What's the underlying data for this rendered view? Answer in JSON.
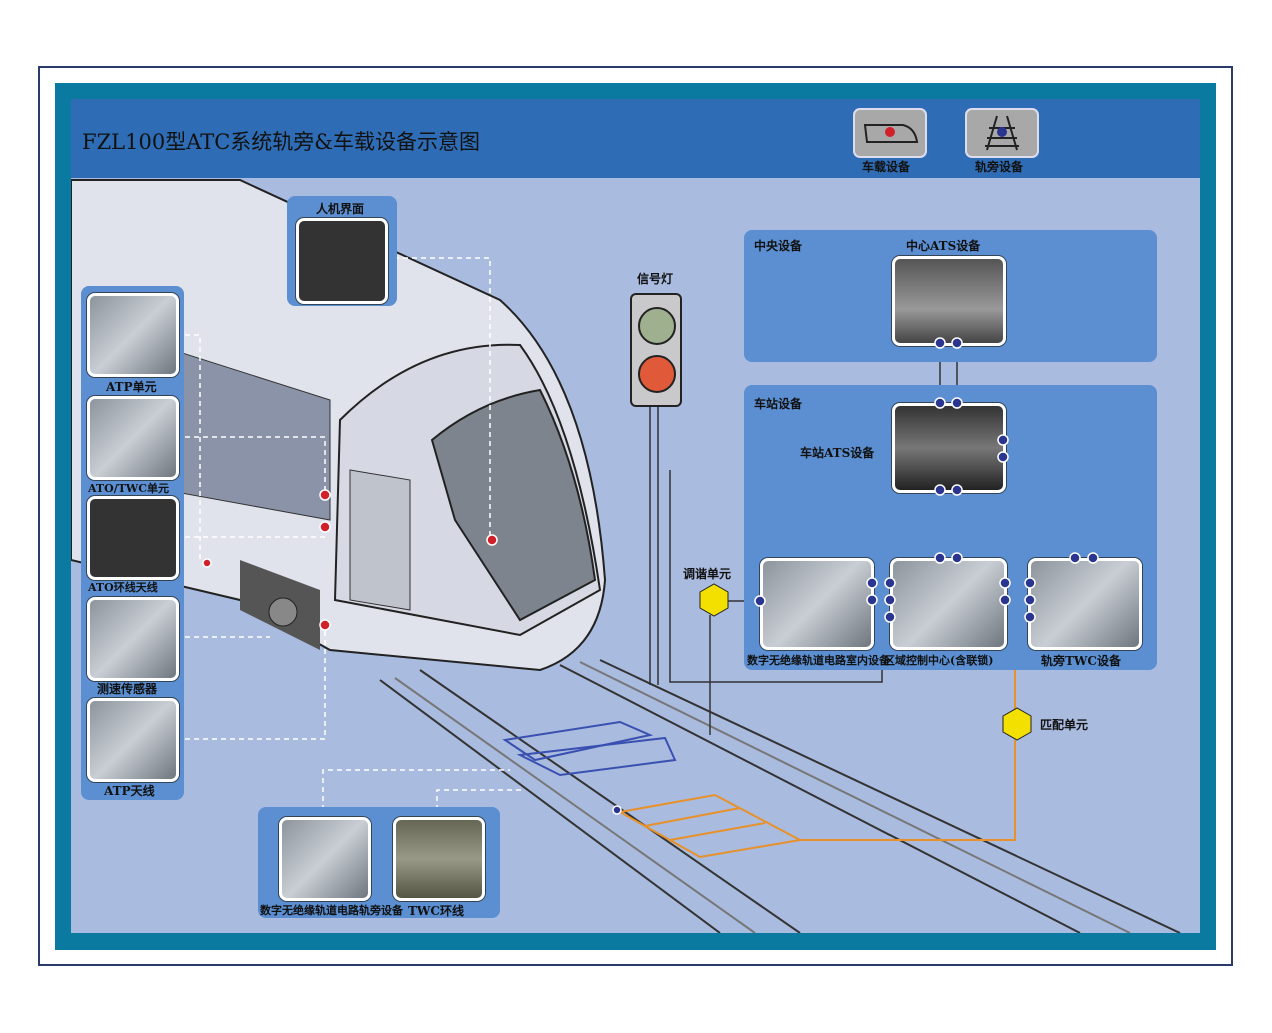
{
  "title": "FZL100型ATC系统轨旁&车载设备示意图",
  "legend": [
    {
      "label": "车载设备",
      "icon": "train-icon",
      "color": "#d0202a"
    },
    {
      "label": "轨旁设备",
      "icon": "track-icon",
      "color": "#2a3590"
    }
  ],
  "left_column": [
    "ATP单元",
    "ATO/TWC单元",
    "ATO环线天线",
    "测速传感器",
    "ATP天线"
  ],
  "hmi": "人机界面",
  "signal": "信号灯",
  "central": {
    "title": "中央设备",
    "ats": "中心ATS设备"
  },
  "station": {
    "title": "车站设备",
    "ats": "车站ATS设备",
    "devices": [
      "数字无绝缘轨道电路室内设备",
      "区域控制中心(含联锁)",
      "轨旁TWC设备"
    ]
  },
  "tuning_unit": "调谐单元",
  "matching_unit": "匹配单元",
  "bottom": [
    "数字无绝缘轨道电路轨旁设备",
    "TWC环线"
  ],
  "colors": {
    "header": "#2e6db5",
    "frame": "#0a7aa0",
    "body": "#a9bbdf",
    "panel": "#5b8fd2",
    "onboard_dot": "#d0202a",
    "track_dot": "#2a3590",
    "loop_orange": "#e8902a",
    "loop_blue": "#3a50b0"
  }
}
